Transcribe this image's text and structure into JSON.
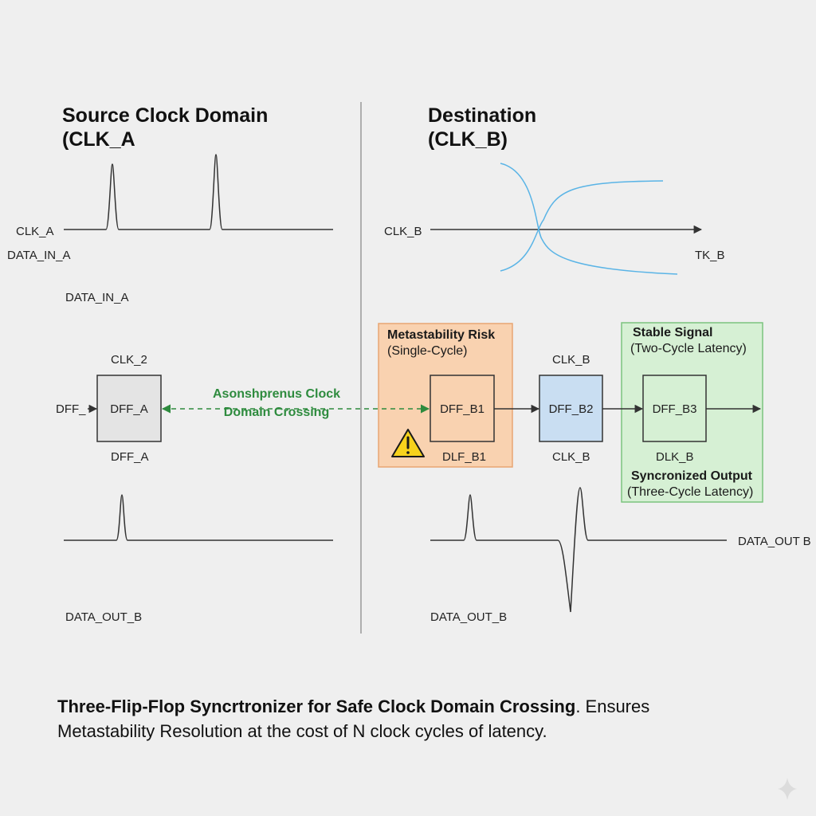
{
  "headings": {
    "source_line1": "Source Clock Domain",
    "source_line2": "(CLK_A",
    "dest_line1": "Destination",
    "dest_line2": "(CLK_B)"
  },
  "signals": {
    "clk_a": "CLK_A",
    "data_in_a_1": "DATA_IN_A",
    "data_in_a_2": "DATA_IN_A",
    "clk_b": "CLK_B",
    "tk_b": "TK_B",
    "data_out_b_left": "DATA_OUT_B",
    "data_out_b_mid": "DATA_OUT_B",
    "data_out_b_right": "DATA_OUT  B"
  },
  "blocks": {
    "dff_a": {
      "name": "DFF_A",
      "top_label": "CLK_2",
      "bottom_label": "DFF_A",
      "input_label": "DFF_"
    },
    "dff_b1": {
      "name": "DFF_B1",
      "bottom_label": "DLF_B1"
    },
    "dff_b2": {
      "name": "DFF_B2",
      "top_label": "CLK_B",
      "bottom_label": "CLK_B"
    },
    "dff_b3": {
      "name": "DFF_B3",
      "bottom_label": "DLK_B"
    }
  },
  "regions": {
    "risk_title": "Metastability Risk",
    "risk_sub": "(Single-Cycle)",
    "stable_title": "Stable Signal",
    "stable_sub": "(Two-Cycle Latency)",
    "sync_title": "Syncronized Output",
    "sync_sub": "(Three-Cycle Latency)"
  },
  "crossing": {
    "line1": "Asonshprenus Clock",
    "line2": "Domain Crossing"
  },
  "caption": {
    "bold": "Three-Flip-Flop Syncrtronizer for Safe Clock Domain Crossing",
    "rest": ". Ensures",
    "line2": "Metastability Resolution at the cost of N clock cycles of latency."
  },
  "icons": {
    "warning": "warning-icon",
    "sparkle": "sparkle-icon"
  },
  "colors": {
    "background": "#efefef",
    "risk_fill": "#f9d2b0",
    "risk_border": "#e8a572",
    "stable_fill": "#d6f0d4",
    "stable_border": "#7cc47f",
    "dff_b2_fill": "#c9def2",
    "crossing_green": "#2e8b3e",
    "wave_blue": "#5ab4e6",
    "warning_yellow": "#f7d21c"
  }
}
